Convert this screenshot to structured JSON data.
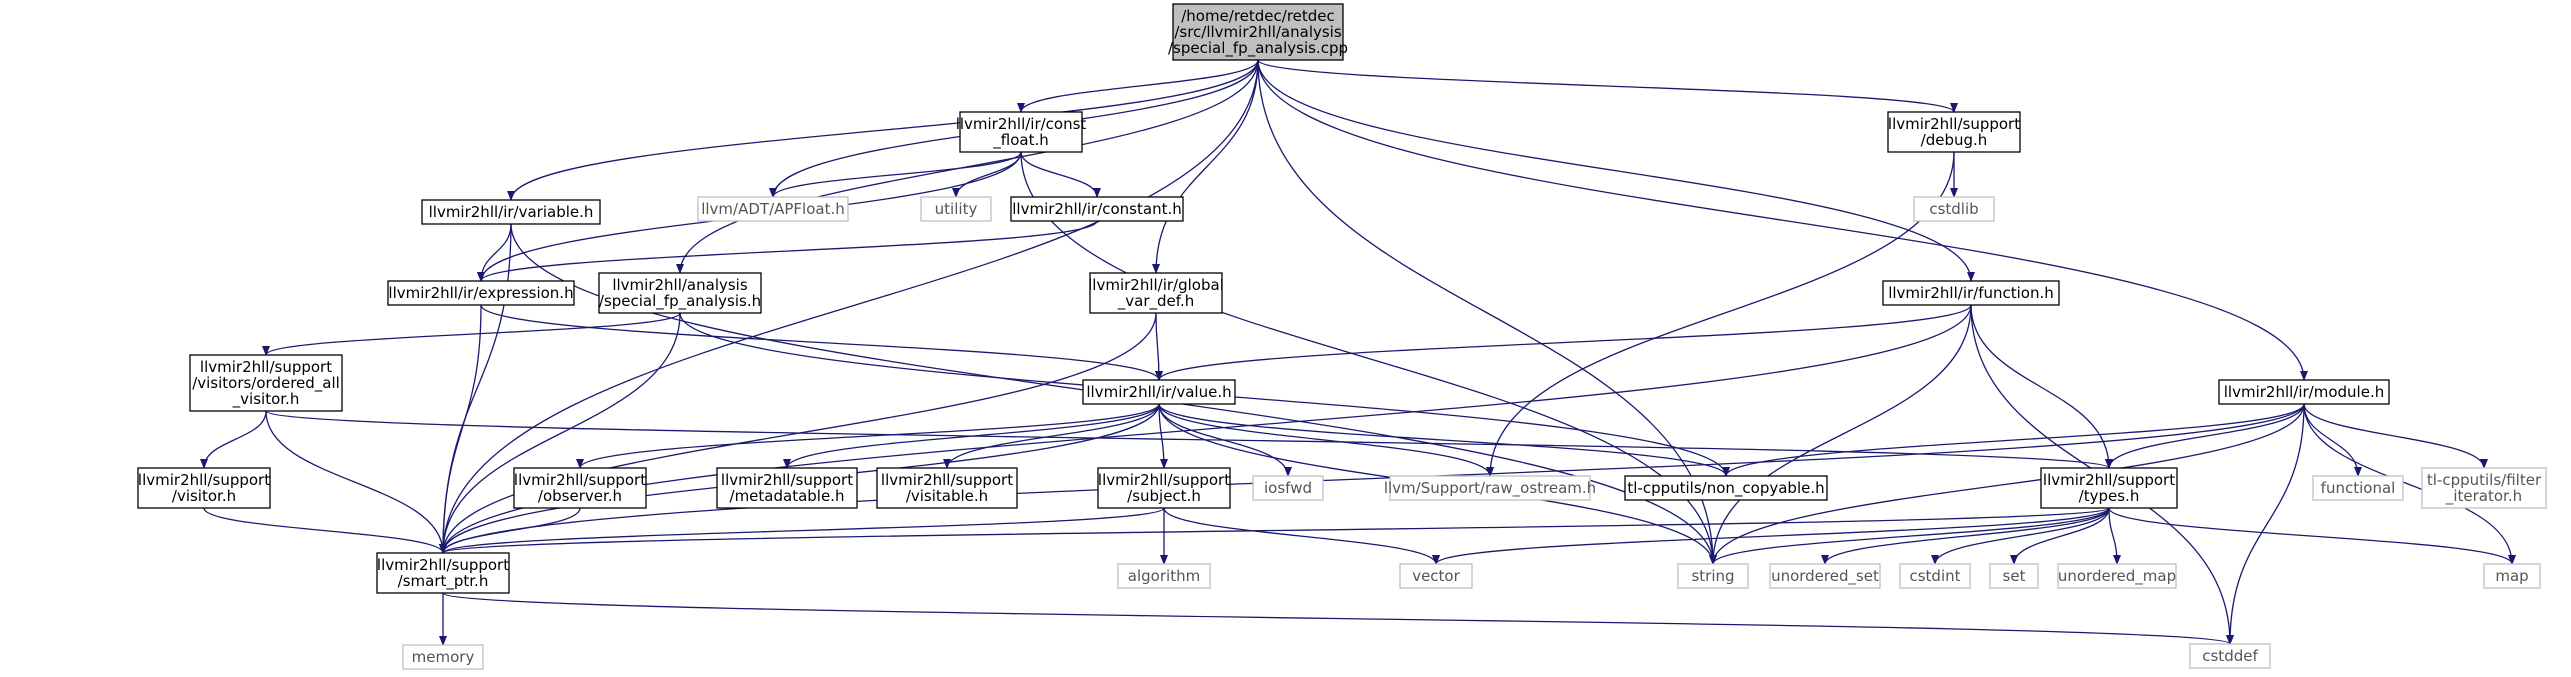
{
  "colors": {
    "root_fill": "#bfbfbf",
    "node_fill": "#ffffff",
    "node_stroke": "#000000",
    "ext_stroke": "#bfbfbf",
    "ext_text": "#555555",
    "edge": "#191970"
  },
  "nodes": [
    {
      "id": "root",
      "style": "root",
      "lines": [
        "/home/retdec/retdec",
        "/src/llvmir2hll/analysis",
        "/special_fp_analysis.cpp"
      ]
    },
    {
      "id": "const_float",
      "style": "node",
      "lines": [
        "llvmir2hll/ir/const",
        "_float.h"
      ]
    },
    {
      "id": "debug",
      "style": "node",
      "lines": [
        "llvmir2hll/support",
        "/debug.h"
      ]
    },
    {
      "id": "apfloat",
      "style": "ext",
      "lines": [
        "llvm/ADT/APFloat.h"
      ]
    },
    {
      "id": "utility",
      "style": "ext",
      "lines": [
        "utility"
      ]
    },
    {
      "id": "constant",
      "style": "node",
      "lines": [
        "llvmir2hll/ir/constant.h"
      ]
    },
    {
      "id": "cstdlib",
      "style": "ext",
      "lines": [
        "cstdlib"
      ]
    },
    {
      "id": "variable",
      "style": "node",
      "lines": [
        "llvmir2hll/ir/variable.h"
      ]
    },
    {
      "id": "expression",
      "style": "node",
      "lines": [
        "llvmir2hll/ir/expression.h"
      ]
    },
    {
      "id": "sfp_h",
      "style": "node",
      "lines": [
        "llvmir2hll/analysis",
        "/special_fp_analysis.h"
      ]
    },
    {
      "id": "global_var",
      "style": "node",
      "lines": [
        "llvmir2hll/ir/global",
        "_var_def.h"
      ]
    },
    {
      "id": "function",
      "style": "node",
      "lines": [
        "llvmir2hll/ir/function.h"
      ]
    },
    {
      "id": "ordered",
      "style": "node",
      "lines": [
        "llvmir2hll/support",
        "/visitors/ordered_all",
        "_visitor.h"
      ]
    },
    {
      "id": "value",
      "style": "node",
      "lines": [
        "llvmir2hll/ir/value.h"
      ]
    },
    {
      "id": "module",
      "style": "node",
      "lines": [
        "llvmir2hll/ir/module.h"
      ]
    },
    {
      "id": "visitor",
      "style": "node",
      "lines": [
        "llvmir2hll/support",
        "/visitor.h"
      ]
    },
    {
      "id": "observer",
      "style": "node",
      "lines": [
        "llvmir2hll/support",
        "/observer.h"
      ]
    },
    {
      "id": "metadatable",
      "style": "node",
      "lines": [
        "llvmir2hll/support",
        "/metadatable.h"
      ]
    },
    {
      "id": "visitable",
      "style": "node",
      "lines": [
        "llvmir2hll/support",
        "/visitable.h"
      ]
    },
    {
      "id": "subject",
      "style": "node",
      "lines": [
        "llvmir2hll/support",
        "/subject.h"
      ]
    },
    {
      "id": "iosfwd",
      "style": "ext",
      "lines": [
        "iosfwd"
      ]
    },
    {
      "id": "raw_ostream",
      "style": "ext",
      "lines": [
        "llvm/Support/raw_ostream.h"
      ]
    },
    {
      "id": "non_copyable",
      "style": "node",
      "lines": [
        "tl-cpputils/non_copyable.h"
      ]
    },
    {
      "id": "types",
      "style": "node",
      "lines": [
        "llvmir2hll/support",
        "/types.h"
      ]
    },
    {
      "id": "functional",
      "style": "ext",
      "lines": [
        "functional"
      ]
    },
    {
      "id": "filter_iter",
      "style": "ext",
      "lines": [
        "tl-cpputils/filter",
        "_iterator.h"
      ]
    },
    {
      "id": "smart_ptr",
      "style": "node",
      "lines": [
        "llvmir2hll/support",
        "/smart_ptr.h"
      ]
    },
    {
      "id": "algorithm",
      "style": "ext",
      "lines": [
        "algorithm"
      ]
    },
    {
      "id": "vector",
      "style": "ext",
      "lines": [
        "vector"
      ]
    },
    {
      "id": "string",
      "style": "ext",
      "lines": [
        "string"
      ]
    },
    {
      "id": "unordered_set",
      "style": "ext",
      "lines": [
        "unordered_set"
      ]
    },
    {
      "id": "cstdint",
      "style": "ext",
      "lines": [
        "cstdint"
      ]
    },
    {
      "id": "set",
      "style": "ext",
      "lines": [
        "set"
      ]
    },
    {
      "id": "unordered_map",
      "style": "ext",
      "lines": [
        "unordered_map"
      ]
    },
    {
      "id": "map",
      "style": "ext",
      "lines": [
        "map"
      ]
    },
    {
      "id": "memory",
      "style": "ext",
      "lines": [
        "memory"
      ]
    },
    {
      "id": "cstddef",
      "style": "ext",
      "lines": [
        "cstddef"
      ]
    }
  ],
  "edges": [
    [
      "root",
      "const_float"
    ],
    [
      "root",
      "debug"
    ],
    [
      "root",
      "apfloat"
    ],
    [
      "root",
      "variable"
    ],
    [
      "root",
      "sfp_h"
    ],
    [
      "root",
      "global_var"
    ],
    [
      "root",
      "function"
    ],
    [
      "root",
      "module"
    ],
    [
      "root",
      "smart_ptr"
    ],
    [
      "root",
      "string"
    ],
    [
      "const_float",
      "apfloat"
    ],
    [
      "const_float",
      "utility"
    ],
    [
      "const_float",
      "constant"
    ],
    [
      "const_float",
      "expression"
    ],
    [
      "const_float",
      "string"
    ],
    [
      "constant",
      "expression"
    ],
    [
      "debug",
      "cstdlib"
    ],
    [
      "debug",
      "raw_ostream"
    ],
    [
      "variable",
      "expression"
    ],
    [
      "variable",
      "smart_ptr"
    ],
    [
      "variable",
      "string"
    ],
    [
      "expression",
      "value"
    ],
    [
      "expression",
      "smart_ptr"
    ],
    [
      "sfp_h",
      "ordered"
    ],
    [
      "sfp_h",
      "smart_ptr"
    ],
    [
      "sfp_h",
      "non_copyable"
    ],
    [
      "global_var",
      "value"
    ],
    [
      "global_var",
      "smart_ptr"
    ],
    [
      "function",
      "value"
    ],
    [
      "function",
      "types"
    ],
    [
      "function",
      "string"
    ],
    [
      "function",
      "smart_ptr"
    ],
    [
      "function",
      "cstddef"
    ],
    [
      "ordered",
      "visitor"
    ],
    [
      "ordered",
      "smart_ptr"
    ],
    [
      "ordered",
      "types"
    ],
    [
      "value",
      "observer"
    ],
    [
      "value",
      "metadatable"
    ],
    [
      "value",
      "visitable"
    ],
    [
      "value",
      "subject"
    ],
    [
      "value",
      "iosfwd"
    ],
    [
      "value",
      "raw_ostream"
    ],
    [
      "value",
      "non_copyable"
    ],
    [
      "value",
      "string"
    ],
    [
      "value",
      "smart_ptr"
    ],
    [
      "module",
      "types"
    ],
    [
      "module",
      "non_copyable"
    ],
    [
      "module",
      "functional"
    ],
    [
      "module",
      "filter_iter"
    ],
    [
      "module",
      "map"
    ],
    [
      "module",
      "string"
    ],
    [
      "module",
      "cstddef"
    ],
    [
      "module",
      "smart_ptr"
    ],
    [
      "visitor",
      "smart_ptr"
    ],
    [
      "observer",
      "smart_ptr"
    ],
    [
      "subject",
      "smart_ptr"
    ],
    [
      "subject",
      "algorithm"
    ],
    [
      "subject",
      "vector"
    ],
    [
      "types",
      "smart_ptr"
    ],
    [
      "types",
      "vector"
    ],
    [
      "types",
      "string"
    ],
    [
      "types",
      "unordered_set"
    ],
    [
      "types",
      "cstdint"
    ],
    [
      "types",
      "set"
    ],
    [
      "types",
      "unordered_map"
    ],
    [
      "types",
      "map"
    ],
    [
      "smart_ptr",
      "memory"
    ],
    [
      "smart_ptr",
      "cstddef"
    ]
  ]
}
